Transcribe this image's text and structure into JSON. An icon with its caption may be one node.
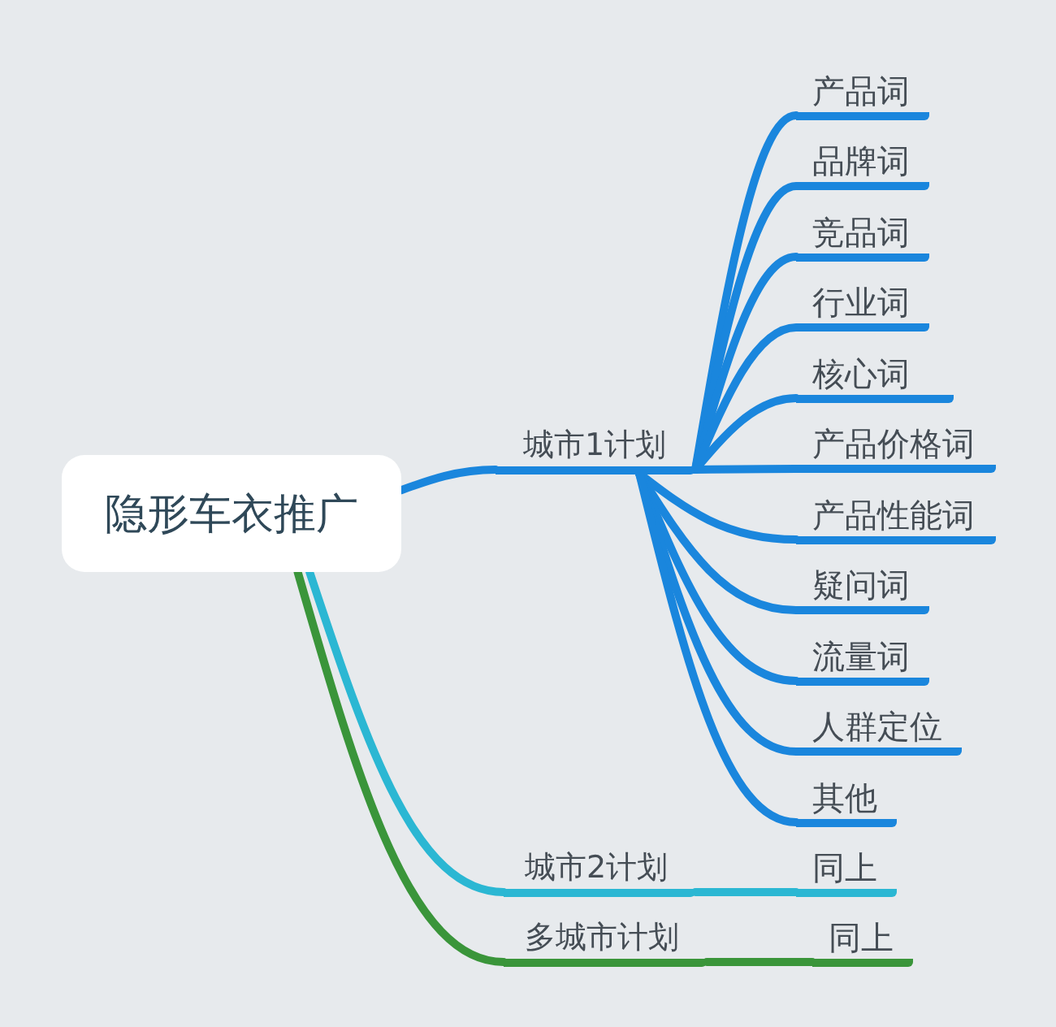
{
  "diagram": {
    "nodes": [
      {
        "text": [
          "隐形车衣推广"
        ]
      },
      {
        "text": [
          "城市1计划"
        ]
      },
      {
        "text": [
          "产品词"
        ]
      },
      {
        "text": [
          "品牌词"
        ]
      },
      {
        "text": [
          "竞品词"
        ]
      },
      {
        "text": [
          "行业词"
        ]
      },
      {
        "text": [
          "核心词"
        ]
      },
      {
        "text": [
          "产品价格词"
        ]
      },
      {
        "text": [
          "产品性能词"
        ]
      },
      {
        "text": [
          "疑问词"
        ]
      },
      {
        "text": [
          "流量词"
        ]
      },
      {
        "text": [
          "人群定位"
        ]
      },
      {
        "text": [
          "其他"
        ]
      },
      {
        "text": [
          "城市2计划"
        ]
      },
      {
        "text": [
          "同上"
        ]
      },
      {
        "text": [
          "多城市计划"
        ]
      },
      {
        "text": [
          "同上"
        ]
      }
    ],
    "edges": [
      {
        "from": 0,
        "to": 1,
        "arrow": "none"
      },
      {
        "from": 1,
        "to": 2,
        "arrow": "none"
      },
      {
        "from": 1,
        "to": 3,
        "arrow": "none"
      },
      {
        "from": 1,
        "to": 4,
        "arrow": "none"
      },
      {
        "from": 1,
        "to": 5,
        "arrow": "none"
      },
      {
        "from": 1,
        "to": 6,
        "arrow": "none"
      },
      {
        "from": 1,
        "to": 7,
        "arrow": "none"
      },
      {
        "from": 1,
        "to": 8,
        "arrow": "none"
      },
      {
        "from": 1,
        "to": 9,
        "arrow": "none"
      },
      {
        "from": 1,
        "to": 10,
        "arrow": "none"
      },
      {
        "from": 1,
        "to": 11,
        "arrow": "none"
      },
      {
        "from": 1,
        "to": 12,
        "arrow": "none"
      },
      {
        "from": 0,
        "to": 13,
        "arrow": "none",
        "color": "#2bb7d3"
      },
      {
        "from": 13,
        "to": 14,
        "arrow": "none",
        "color": "#2bb7d3"
      },
      {
        "from": 0,
        "to": 15,
        "arrow": "none",
        "color": "#3a953a"
      },
      {
        "from": 15,
        "to": 16,
        "arrow": "none",
        "color": "#3a953a"
      }
    ]
  }
}
